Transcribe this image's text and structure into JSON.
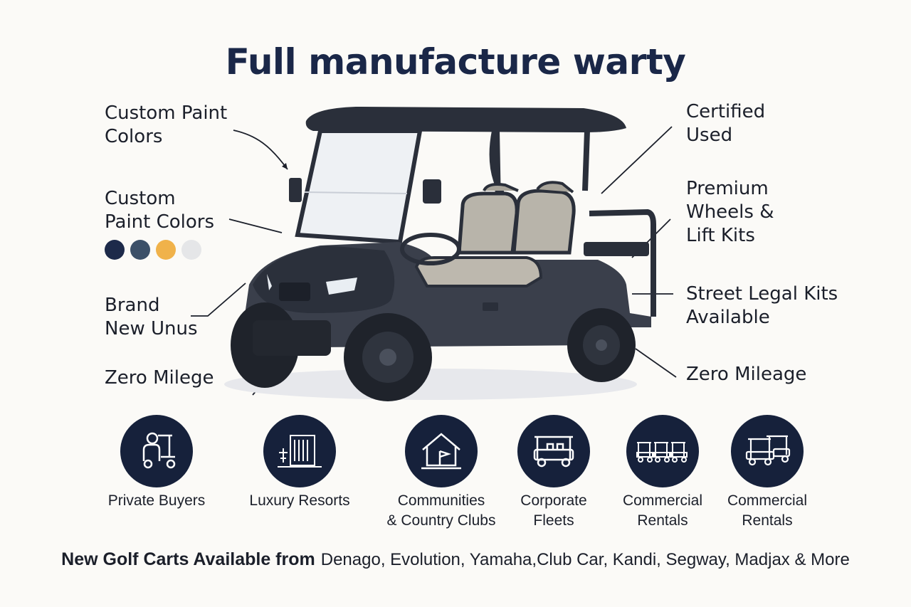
{
  "title": "Full manufacture warty",
  "callouts_left": {
    "paint1": [
      "Custom Paint",
      "Colors"
    ],
    "paint2": [
      "Custom",
      "Paint Colors"
    ],
    "brand_new": [
      "Brand",
      "New Unus"
    ],
    "zero": [
      "Zero Milege"
    ]
  },
  "callouts_right": {
    "certified": [
      "Certified",
      "Used"
    ],
    "wheels": [
      "Premium",
      "Wheels &",
      "Lift Kits"
    ],
    "street": [
      "Street Legal Kits",
      "Available"
    ],
    "zero": [
      "Zero Mileage"
    ]
  },
  "swatch_colors": [
    "#1d2a4a",
    "#3c5068",
    "#f0b24a",
    "#e5e6e8"
  ],
  "audiences": [
    {
      "icon": "private-buyer-icon",
      "lines": [
        "Private Buyers"
      ]
    },
    {
      "icon": "luxury-resort-icon",
      "lines": [
        "Luxury Resorts"
      ]
    },
    {
      "icon": "community-house-icon",
      "lines": [
        "Communities",
        "& Country Clubs"
      ]
    },
    {
      "icon": "corporate-cart-icon",
      "lines": [
        "Corporate",
        "Fleets"
      ]
    },
    {
      "icon": "rental-fleet-icon",
      "lines": [
        "Commercial",
        "Rentals"
      ]
    },
    {
      "icon": "rental-cart-icon",
      "lines": [
        "Commercial",
        "Rentals"
      ]
    }
  ],
  "footer": {
    "lead": "New Golf Carts Available from",
    "brands": "Denago, Evolution, Yamaha,Club Car, Kandi, Segway, Madjax & More"
  },
  "colors": {
    "navy": "#16213b",
    "background": "#fbfaf7"
  }
}
